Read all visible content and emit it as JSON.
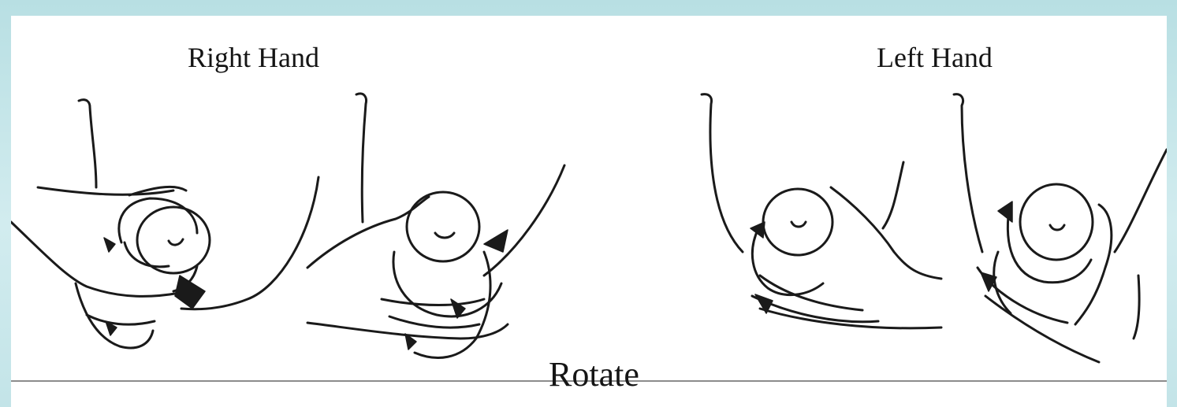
{
  "labels": {
    "right_hand": "Right Hand",
    "left_hand": "Left Hand",
    "caption": "Rotate"
  },
  "colors": {
    "background_gradient_top": "#b8dfe3",
    "panel": "#ffffff",
    "ink": "#1a1a1a",
    "divider": "#8c8c8c"
  }
}
